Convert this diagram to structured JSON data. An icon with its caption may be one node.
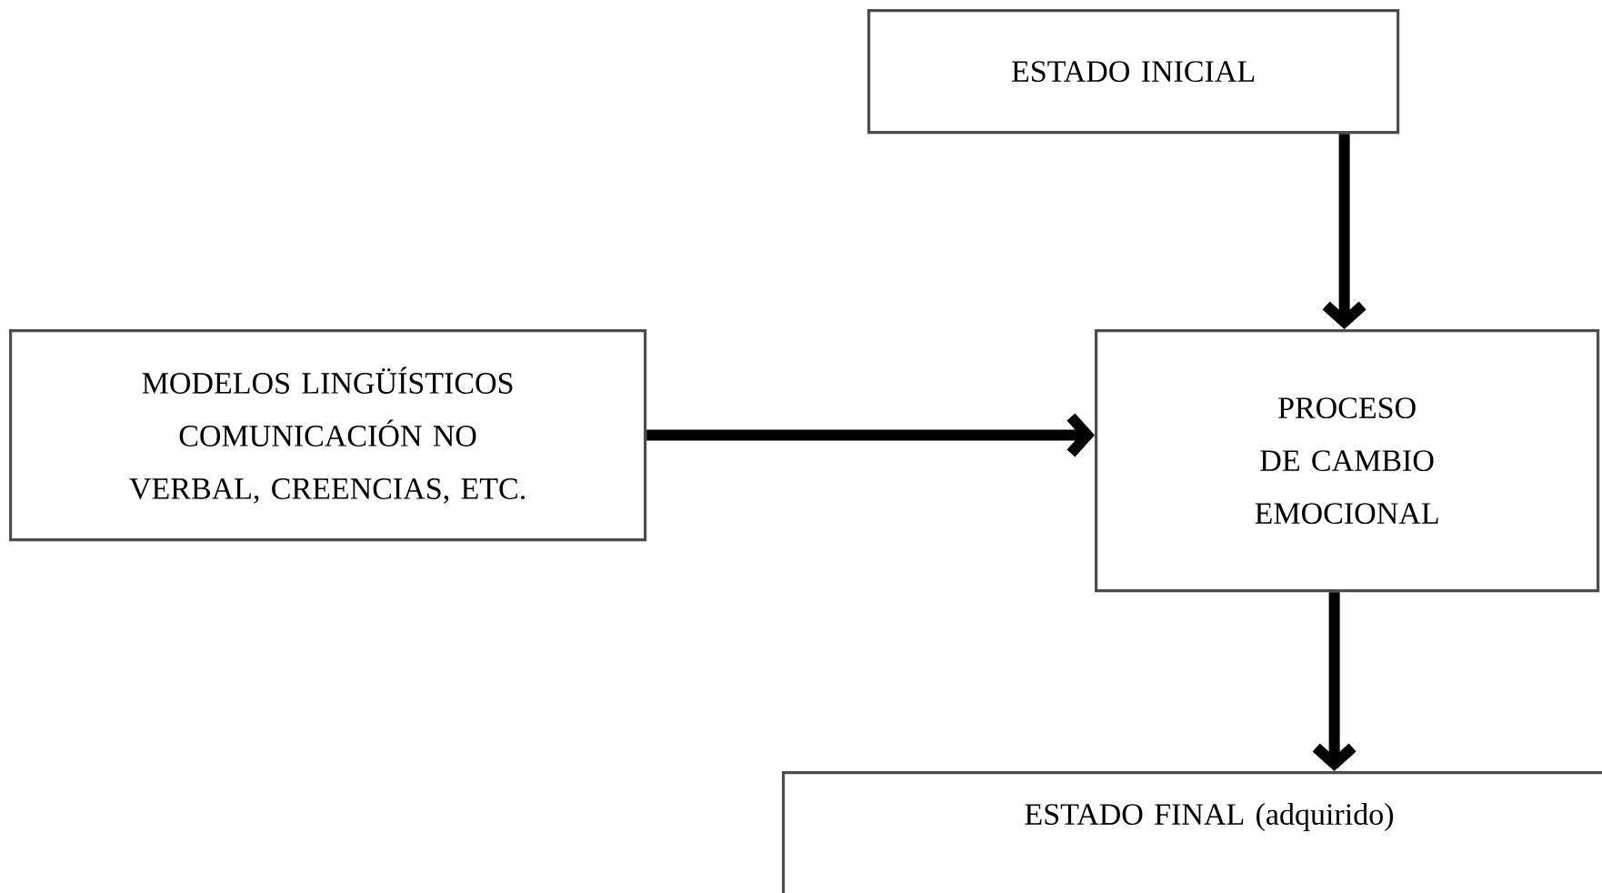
{
  "diagram": {
    "nodes": [
      {
        "text": [
          "ESTADO INICIAL"
        ]
      },
      {
        "text": [
          "MODELOS LINGÜÍSTICOS COMUNICACIÓN NO VERBAL, CREENCIAS, ETC."
        ]
      },
      {
        "text": [
          "PROCESO DE CAMBIO EMOCIONAL"
        ]
      },
      {
        "text": [
          "ESTADO FINAL (adquirido)"
        ]
      }
    ],
    "edges": [
      {
        "from": 0,
        "to": 2,
        "arrow": "to"
      },
      {
        "from": 1,
        "to": 2,
        "arrow": "to"
      },
      {
        "from": 2,
        "to": 3,
        "arrow": "to"
      }
    ]
  }
}
